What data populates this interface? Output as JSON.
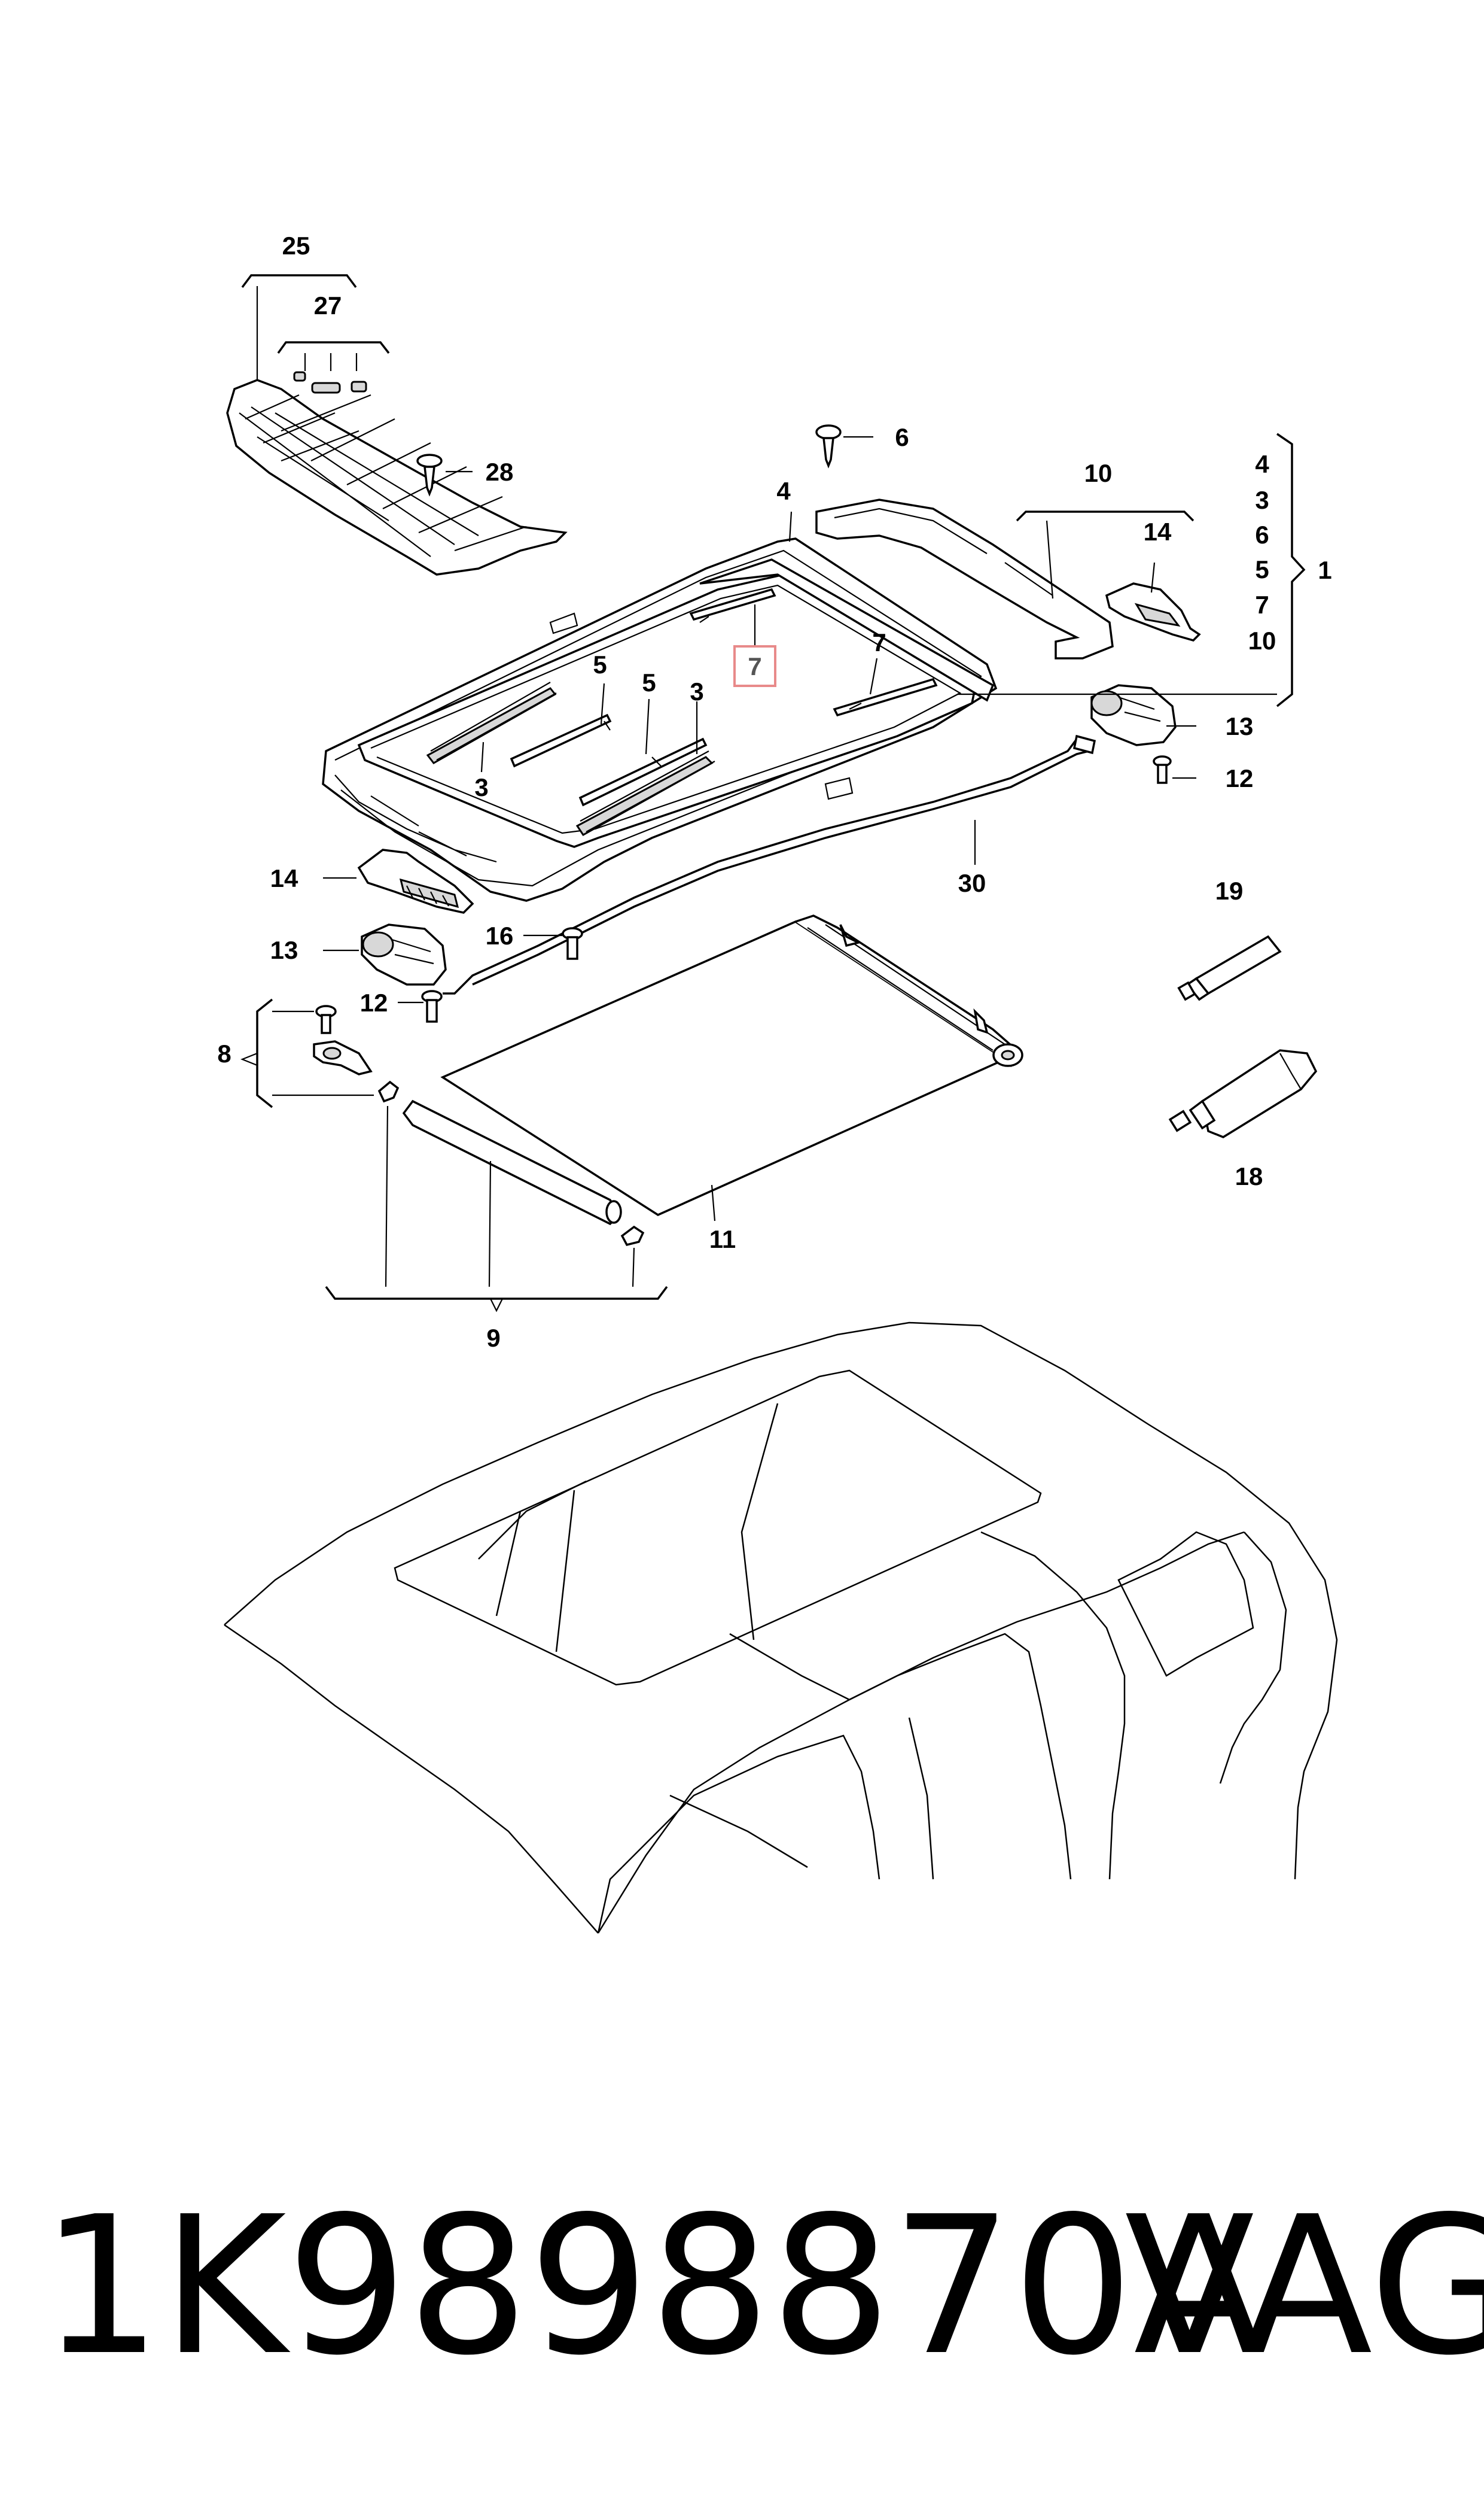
{
  "diagram": {
    "callouts": [
      {
        "id": "c25",
        "label": "25"
      },
      {
        "id": "c27",
        "label": "27"
      },
      {
        "id": "c28",
        "label": "28"
      },
      {
        "id": "c6",
        "label": "6"
      },
      {
        "id": "c4",
        "label": "4"
      },
      {
        "id": "c10",
        "label": "10"
      },
      {
        "id": "c14a",
        "label": "14"
      },
      {
        "id": "c7a",
        "label": "7",
        "highlighted": true
      },
      {
        "id": "c7b",
        "label": "7"
      },
      {
        "id": "c5a",
        "label": "5"
      },
      {
        "id": "c5b",
        "label": "5"
      },
      {
        "id": "c3a",
        "label": "3"
      },
      {
        "id": "c3b",
        "label": "3"
      },
      {
        "id": "c13a",
        "label": "13"
      },
      {
        "id": "c12a",
        "label": "12"
      },
      {
        "id": "c30",
        "label": "30"
      },
      {
        "id": "c14b",
        "label": "14"
      },
      {
        "id": "c13b",
        "label": "13"
      },
      {
        "id": "c16",
        "label": "16"
      },
      {
        "id": "c12b",
        "label": "12"
      },
      {
        "id": "c8",
        "label": "8"
      },
      {
        "id": "c19",
        "label": "19"
      },
      {
        "id": "c18",
        "label": "18"
      },
      {
        "id": "c11",
        "label": "11"
      },
      {
        "id": "c9",
        "label": "9"
      }
    ],
    "group_list": {
      "items": [
        "4",
        "3",
        "6",
        "5",
        "7",
        "10"
      ],
      "group_label": "1"
    }
  },
  "footer": {
    "part_number": "1K9898870A",
    "brand": "VAG"
  },
  "colors": {
    "highlight_box": "#e88a8a",
    "line": "#000000",
    "background": "#ffffff"
  }
}
